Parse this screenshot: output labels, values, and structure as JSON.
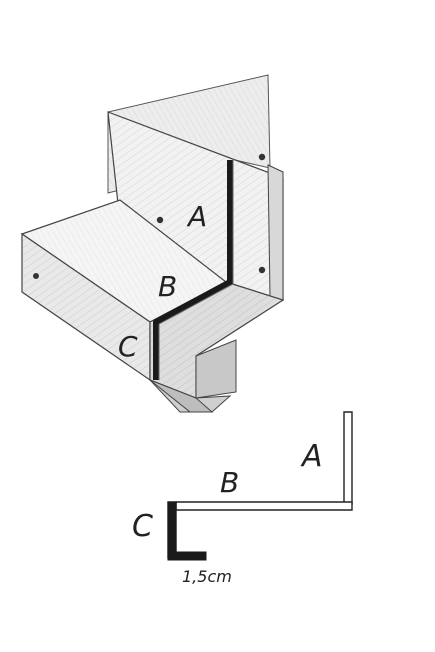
{
  "labels": {
    "a": "A",
    "b": "B",
    "c": "C",
    "dimension": "1,5cm"
  },
  "colors": {
    "ink": "#222222",
    "paper": "#ffffff",
    "face_light": "#f3f3f3",
    "face_mid": "#e6e6e6",
    "face_dark": "#cfcfcf",
    "edge_dark": "#1a1a1a"
  }
}
